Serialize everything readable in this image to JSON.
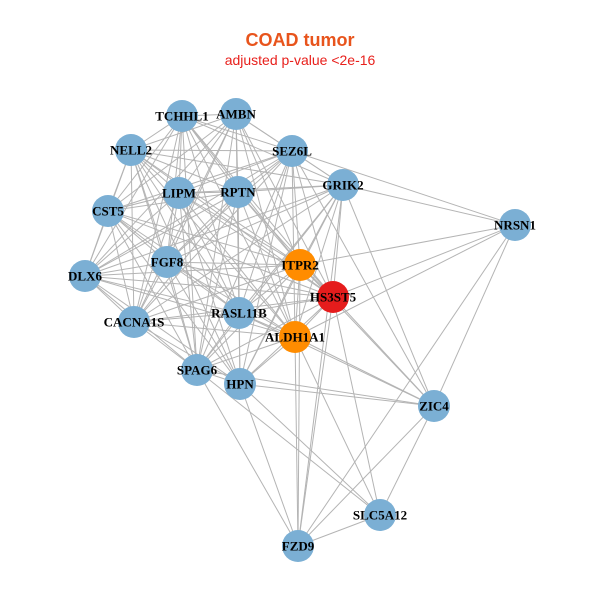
{
  "title": "COAD tumor",
  "subtitle": "adjusted p-value <2e-16",
  "colors": {
    "title": "#e8541c",
    "subtitle": "#e8201c",
    "node_default": "#7bafd4",
    "node_orange": "#ff8c00",
    "node_red": "#e51c1c",
    "edge": "#b4b4b4"
  },
  "nodes": [
    {
      "id": "TCHHL1",
      "color": "node_default"
    },
    {
      "id": "AMBN",
      "color": "node_default"
    },
    {
      "id": "NELL2",
      "color": "node_default"
    },
    {
      "id": "SEZ6L",
      "color": "node_default"
    },
    {
      "id": "GRIK2",
      "color": "node_default"
    },
    {
      "id": "LIPM",
      "color": "node_default"
    },
    {
      "id": "RPTN",
      "color": "node_default"
    },
    {
      "id": "CST5",
      "color": "node_default"
    },
    {
      "id": "NRSN1",
      "color": "node_default"
    },
    {
      "id": "FGF8",
      "color": "node_default"
    },
    {
      "id": "ITPR2",
      "color": "node_orange"
    },
    {
      "id": "DLX6",
      "color": "node_default"
    },
    {
      "id": "HS3ST5",
      "color": "node_red"
    },
    {
      "id": "RASL11B",
      "color": "node_default"
    },
    {
      "id": "CACNA1S",
      "color": "node_default"
    },
    {
      "id": "ALDH1A1",
      "color": "node_orange"
    },
    {
      "id": "SPAG6",
      "color": "node_default"
    },
    {
      "id": "HPN",
      "color": "node_default"
    },
    {
      "id": "ZIC4",
      "color": "node_default"
    },
    {
      "id": "SLC5A12",
      "color": "node_default"
    },
    {
      "id": "FZD9",
      "color": "node_default"
    }
  ],
  "edges": [
    [
      "TCHHL1",
      "AMBN"
    ],
    [
      "TCHHL1",
      "NELL2"
    ],
    [
      "TCHHL1",
      "SEZ6L"
    ],
    [
      "TCHHL1",
      "LIPM"
    ],
    [
      "TCHHL1",
      "RPTN"
    ],
    [
      "TCHHL1",
      "CST5"
    ],
    [
      "TCHHL1",
      "FGF8"
    ],
    [
      "TCHHL1",
      "DLX6"
    ],
    [
      "TCHHL1",
      "RASL11B"
    ],
    [
      "TCHHL1",
      "CACNA1S"
    ],
    [
      "TCHHL1",
      "SPAG6"
    ],
    [
      "TCHHL1",
      "HS3ST5"
    ],
    [
      "TCHHL1",
      "ITPR2"
    ],
    [
      "TCHHL1",
      "ALDH1A1"
    ],
    [
      "TCHHL1",
      "GRIK2"
    ],
    [
      "AMBN",
      "NELL2"
    ],
    [
      "AMBN",
      "SEZ6L"
    ],
    [
      "AMBN",
      "LIPM"
    ],
    [
      "AMBN",
      "RPTN"
    ],
    [
      "AMBN",
      "CST5"
    ],
    [
      "AMBN",
      "FGF8"
    ],
    [
      "AMBN",
      "DLX6"
    ],
    [
      "AMBN",
      "RASL11B"
    ],
    [
      "AMBN",
      "CACNA1S"
    ],
    [
      "AMBN",
      "SPAG6"
    ],
    [
      "AMBN",
      "HS3ST5"
    ],
    [
      "AMBN",
      "ITPR2"
    ],
    [
      "AMBN",
      "ALDH1A1"
    ],
    [
      "AMBN",
      "GRIK2"
    ],
    [
      "NELL2",
      "SEZ6L"
    ],
    [
      "NELL2",
      "LIPM"
    ],
    [
      "NELL2",
      "RPTN"
    ],
    [
      "NELL2",
      "CST5"
    ],
    [
      "NELL2",
      "FGF8"
    ],
    [
      "NELL2",
      "DLX6"
    ],
    [
      "NELL2",
      "RASL11B"
    ],
    [
      "NELL2",
      "CACNA1S"
    ],
    [
      "NELL2",
      "SPAG6"
    ],
    [
      "NELL2",
      "HS3ST5"
    ],
    [
      "NELL2",
      "ITPR2"
    ],
    [
      "NELL2",
      "ALDH1A1"
    ],
    [
      "NELL2",
      "HPN"
    ],
    [
      "NELL2",
      "GRIK2"
    ],
    [
      "SEZ6L",
      "LIPM"
    ],
    [
      "SEZ6L",
      "RPTN"
    ],
    [
      "SEZ6L",
      "CST5"
    ],
    [
      "SEZ6L",
      "FGF8"
    ],
    [
      "SEZ6L",
      "DLX6"
    ],
    [
      "SEZ6L",
      "RASL11B"
    ],
    [
      "SEZ6L",
      "CACNA1S"
    ],
    [
      "SEZ6L",
      "SPAG6"
    ],
    [
      "SEZ6L",
      "HS3ST5"
    ],
    [
      "SEZ6L",
      "ITPR2"
    ],
    [
      "SEZ6L",
      "ALDH1A1"
    ],
    [
      "SEZ6L",
      "GRIK2"
    ],
    [
      "SEZ6L",
      "ZIC4"
    ],
    [
      "SEZ6L",
      "HPN"
    ],
    [
      "GRIK2",
      "RPTN"
    ],
    [
      "GRIK2",
      "LIPM"
    ],
    [
      "GRIK2",
      "FGF8"
    ],
    [
      "GRIK2",
      "NRSN1"
    ],
    [
      "GRIK2",
      "ITPR2"
    ],
    [
      "GRIK2",
      "HS3ST5"
    ],
    [
      "GRIK2",
      "RASL11B"
    ],
    [
      "GRIK2",
      "ALDH1A1"
    ],
    [
      "GRIK2",
      "SPAG6"
    ],
    [
      "GRIK2",
      "CACNA1S"
    ],
    [
      "GRIK2",
      "DLX6"
    ],
    [
      "GRIK2",
      "ZIC4"
    ],
    [
      "GRIK2",
      "FZD9"
    ],
    [
      "GRIK2",
      "HPN"
    ],
    [
      "LIPM",
      "RPTN"
    ],
    [
      "LIPM",
      "CST5"
    ],
    [
      "LIPM",
      "FGF8"
    ],
    [
      "LIPM",
      "DLX6"
    ],
    [
      "LIPM",
      "RASL11B"
    ],
    [
      "LIPM",
      "CACNA1S"
    ],
    [
      "LIPM",
      "SPAG6"
    ],
    [
      "LIPM",
      "HS3ST5"
    ],
    [
      "LIPM",
      "ITPR2"
    ],
    [
      "LIPM",
      "ALDH1A1"
    ],
    [
      "LIPM",
      "HPN"
    ],
    [
      "RPTN",
      "CST5"
    ],
    [
      "RPTN",
      "FGF8"
    ],
    [
      "RPTN",
      "DLX6"
    ],
    [
      "RPTN",
      "RASL11B"
    ],
    [
      "RPTN",
      "CACNA1S"
    ],
    [
      "RPTN",
      "SPAG6"
    ],
    [
      "RPTN",
      "HS3ST5"
    ],
    [
      "RPTN",
      "ITPR2"
    ],
    [
      "RPTN",
      "ALDH1A1"
    ],
    [
      "RPTN",
      "HPN"
    ],
    [
      "CST5",
      "FGF8"
    ],
    [
      "CST5",
      "DLX6"
    ],
    [
      "CST5",
      "RASL11B"
    ],
    [
      "CST5",
      "CACNA1S"
    ],
    [
      "CST5",
      "SPAG6"
    ],
    [
      "CST5",
      "HS3ST5"
    ],
    [
      "CST5",
      "ITPR2"
    ],
    [
      "CST5",
      "ALDH1A1"
    ],
    [
      "CST5",
      "HPN"
    ],
    [
      "NRSN1",
      "ITPR2"
    ],
    [
      "NRSN1",
      "HS3ST5"
    ],
    [
      "NRSN1",
      "ALDH1A1"
    ],
    [
      "NRSN1",
      "ZIC4"
    ],
    [
      "NRSN1",
      "FZD9"
    ],
    [
      "NRSN1",
      "SEZ6L"
    ],
    [
      "FGF8",
      "DLX6"
    ],
    [
      "FGF8",
      "RASL11B"
    ],
    [
      "FGF8",
      "CACNA1S"
    ],
    [
      "FGF8",
      "SPAG6"
    ],
    [
      "FGF8",
      "HS3ST5"
    ],
    [
      "FGF8",
      "ITPR2"
    ],
    [
      "FGF8",
      "ALDH1A1"
    ],
    [
      "FGF8",
      "HPN"
    ],
    [
      "ITPR2",
      "HS3ST5"
    ],
    [
      "ITPR2",
      "RASL11B"
    ],
    [
      "ITPR2",
      "ALDH1A1"
    ],
    [
      "ITPR2",
      "SPAG6"
    ],
    [
      "ITPR2",
      "CACNA1S"
    ],
    [
      "ITPR2",
      "DLX6"
    ],
    [
      "ITPR2",
      "HPN"
    ],
    [
      "ITPR2",
      "ZIC4"
    ],
    [
      "ITPR2",
      "FZD9"
    ],
    [
      "DLX6",
      "RASL11B"
    ],
    [
      "DLX6",
      "CACNA1S"
    ],
    [
      "DLX6",
      "SPAG6"
    ],
    [
      "DLX6",
      "HS3ST5"
    ],
    [
      "DLX6",
      "ALDH1A1"
    ],
    [
      "DLX6",
      "HPN"
    ],
    [
      "HS3ST5",
      "RASL11B"
    ],
    [
      "HS3ST5",
      "ALDH1A1"
    ],
    [
      "HS3ST5",
      "SPAG6"
    ],
    [
      "HS3ST5",
      "CACNA1S"
    ],
    [
      "HS3ST5",
      "HPN"
    ],
    [
      "HS3ST5",
      "ZIC4"
    ],
    [
      "HS3ST5",
      "FZD9"
    ],
    [
      "HS3ST5",
      "SLC5A12"
    ],
    [
      "RASL11B",
      "CACNA1S"
    ],
    [
      "RASL11B",
      "ALDH1A1"
    ],
    [
      "RASL11B",
      "SPAG6"
    ],
    [
      "RASL11B",
      "HPN"
    ],
    [
      "RASL11B",
      "ZIC4"
    ],
    [
      "CACNA1S",
      "SPAG6"
    ],
    [
      "CACNA1S",
      "ALDH1A1"
    ],
    [
      "CACNA1S",
      "HPN"
    ],
    [
      "ALDH1A1",
      "SPAG6"
    ],
    [
      "ALDH1A1",
      "HPN"
    ],
    [
      "ALDH1A1",
      "ZIC4"
    ],
    [
      "ALDH1A1",
      "FZD9"
    ],
    [
      "ALDH1A1",
      "SLC5A12"
    ],
    [
      "SPAG6",
      "HPN"
    ],
    [
      "SPAG6",
      "ZIC4"
    ],
    [
      "SPAG6",
      "SLC5A12"
    ],
    [
      "SPAG6",
      "FZD9"
    ],
    [
      "HPN",
      "ZIC4"
    ],
    [
      "HPN",
      "SLC5A12"
    ],
    [
      "HPN",
      "FZD9"
    ],
    [
      "ZIC4",
      "FZD9"
    ],
    [
      "ZIC4",
      "SLC5A12"
    ],
    [
      "FZD9",
      "SLC5A12"
    ]
  ]
}
